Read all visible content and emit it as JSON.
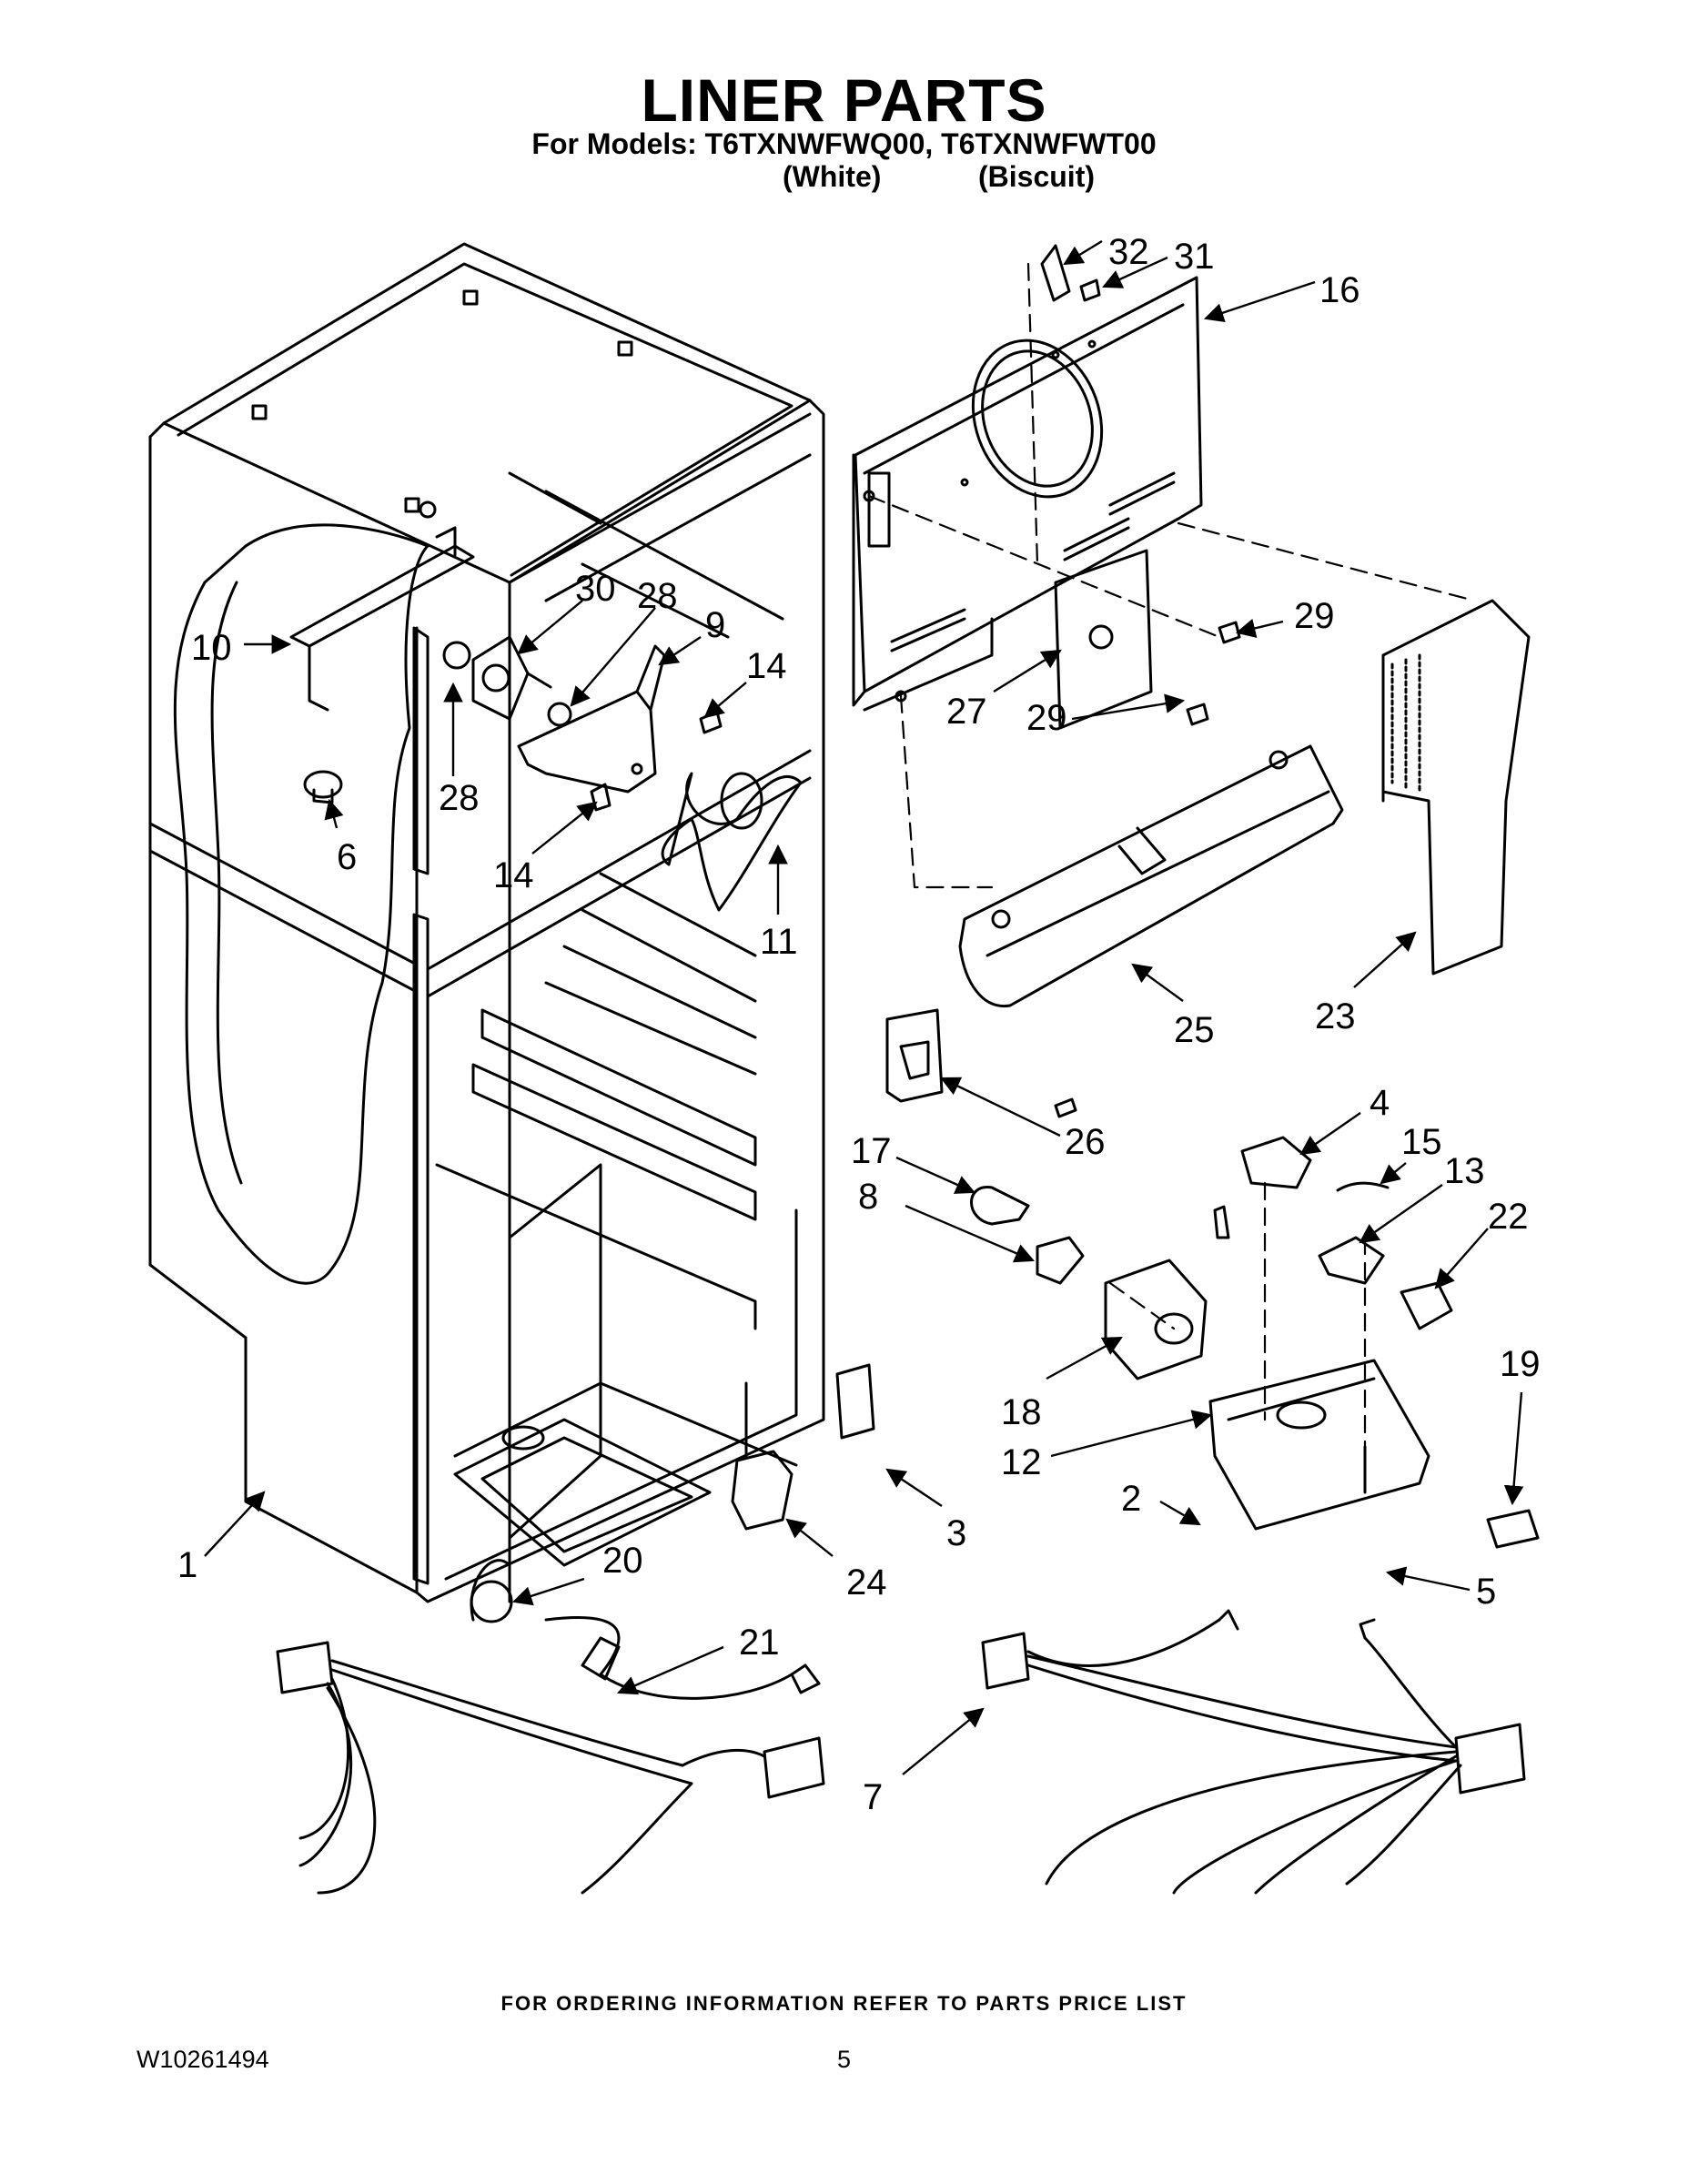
{
  "header": {
    "title": "LINER PARTS",
    "models_line": "For Models: T6TXNWFWQ00, T6TXNWFWT00",
    "variant_white": "(White)",
    "variant_biscuit": "(Biscuit)"
  },
  "footer": {
    "ordering_note": "FOR ORDERING INFORMATION REFER TO PARTS PRICE LIST",
    "document_number": "W10261494",
    "page_number": "5"
  },
  "callouts": {
    "n1": "1",
    "n2": "2",
    "n3": "3",
    "n4": "4",
    "n5": "5",
    "n6": "6",
    "n7": "7",
    "n8": "8",
    "n9": "9",
    "n10": "10",
    "n11": "11",
    "n12": "12",
    "n13": "13",
    "n14a": "14",
    "n14b": "14",
    "n15": "15",
    "n16": "16",
    "n17": "17",
    "n18": "18",
    "n19": "19",
    "n20": "20",
    "n21": "21",
    "n22": "22",
    "n23": "23",
    "n24": "24",
    "n25": "25",
    "n26": "26",
    "n27": "27",
    "n28a": "28",
    "n28b": "28",
    "n29a": "29",
    "n29b": "29",
    "n30": "30",
    "n31": "31",
    "n32": "32"
  }
}
